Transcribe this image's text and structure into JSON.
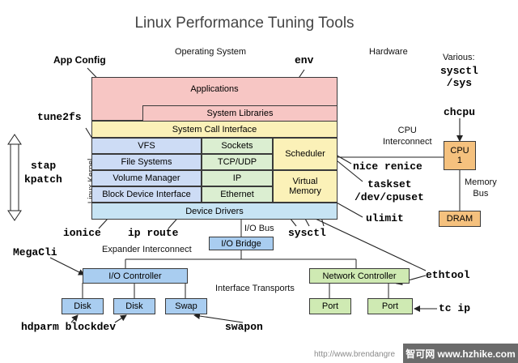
{
  "title": "Linux Performance Tuning Tools",
  "region_labels": {
    "operating_system": "Operating System",
    "hardware": "Hardware",
    "various": "Various:",
    "linux_kernel": "Linux Kernel",
    "cpu_interconnect": "CPU\nInterconnect",
    "memory_bus": "Memory\nBus",
    "io_bus": "I/O Bus",
    "expander_interconnect": "Expander Interconnect",
    "interface_transports": "Interface Transports"
  },
  "components": {
    "applications": "Applications",
    "system_libraries": "System Libraries",
    "system_call_interface": "System Call Interface",
    "vfs": "VFS",
    "file_systems": "File Systems",
    "volume_manager": "Volume Manager",
    "block_device_interface": "Block Device Interface",
    "sockets": "Sockets",
    "tcp_udp": "TCP/UDP",
    "ip": "IP",
    "ethernet": "Ethernet",
    "scheduler": "Scheduler",
    "virtual_memory": "Virtual\nMemory",
    "device_drivers": "Device Drivers",
    "cpu": "CPU\n1",
    "dram": "DRAM",
    "io_bridge": "I/O Bridge",
    "io_controller": "I/O Controller",
    "disk_1": "Disk",
    "disk_2": "Disk",
    "swap": "Swap",
    "network_controller": "Network Controller",
    "port_1": "Port",
    "port_2": "Port"
  },
  "tools": {
    "app_config": "App Config",
    "env": "env",
    "sysctl_sys": "sysctl\n/sys",
    "chcpu": "chcpu",
    "tune2fs": "tune2fs",
    "stap": "stap",
    "kpatch": "kpatch",
    "nice_renice": "nice renice",
    "taskset": "taskset",
    "cpuset": "/dev/cpuset",
    "ulimit": "ulimit",
    "ionice": "ionice",
    "ip_route": "ip route",
    "sysctl": "sysctl",
    "megacli": "MegaCli",
    "ethtool": "ethtool",
    "tc_ip": "tc ip",
    "hdparm_blockdev": "hdparm blockdev",
    "swapon": "swapon"
  },
  "watermark": {
    "url": "http://www.brendangre",
    "logo": "智可网 www.hzhike.com"
  },
  "colors": {
    "applications": "#f7c6c4",
    "syscall": "#fbf1b8",
    "vfs_stack": "#cddcf5",
    "net_stack": "#dbeed1",
    "scheduler_vm": "#fbf1b8",
    "device_drivers": "#c7e4f4",
    "cpu": "#f5c17e",
    "dram": "#f5c17e",
    "io_bridge": "#a9cdf0",
    "io_controller": "#a9cdf0",
    "disk": "#a9cdf0",
    "network_controller": "#cfeab3",
    "port": "#cfeab3",
    "line": "#222222"
  }
}
